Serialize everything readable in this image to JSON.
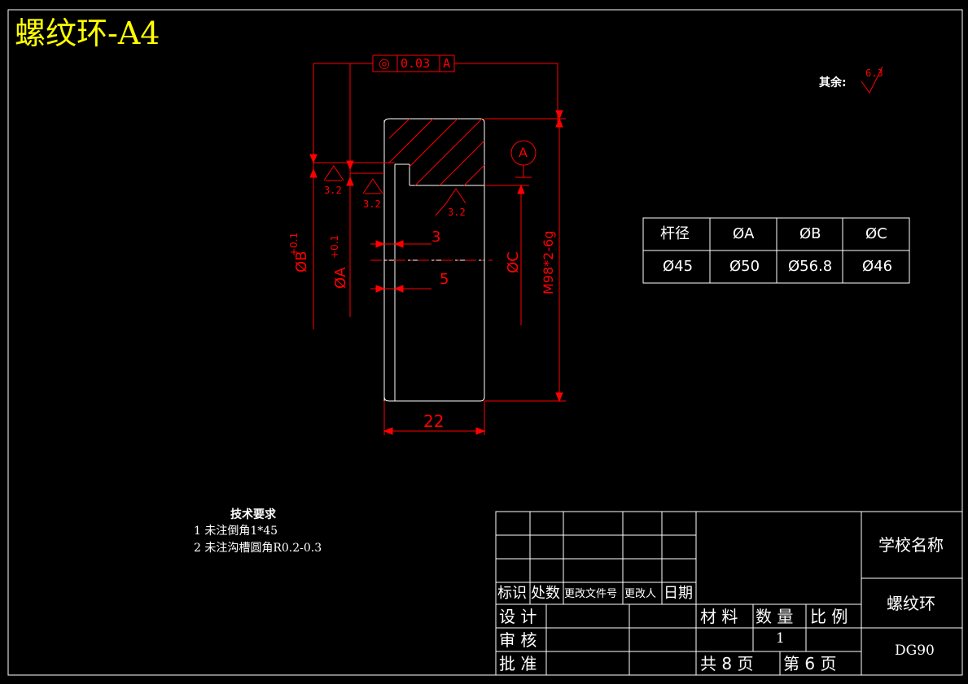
{
  "title": "螺纹环-A4",
  "surface_note": {
    "label": "其余:",
    "roughness": "6.3"
  },
  "gdt_frame": {
    "symbol": "◎",
    "tolerance": "0.03",
    "datum": "A"
  },
  "datum_marker": "A",
  "drawing": {
    "roughness_1": "3.2",
    "roughness_2": "3.2",
    "roughness_3": "3.2",
    "dim_3": "3",
    "dim_5": "5",
    "dim_22": "22",
    "dim_phiB": "ØB",
    "tol_phiB": "+0.1",
    "dim_phiA": "ØA",
    "tol_phiA": "+0.1",
    "dim_phiC": "ØC",
    "dim_thread": "M98*2-6g"
  },
  "param_table": {
    "headers": [
      "杆径",
      "ØA",
      "ØB",
      "ØC"
    ],
    "row": [
      "Ø45",
      "Ø50",
      "Ø56.8",
      "Ø46"
    ]
  },
  "tech_req": {
    "title": "技术要求",
    "items": [
      "1  未注倒角1*45",
      "2  未注沟槽圆角R0.2-0.3"
    ]
  },
  "title_block": {
    "rev_headers": [
      "标识",
      "处数",
      "更改文件号",
      "更改人",
      "日期"
    ],
    "design": "设 计",
    "review": "审 核",
    "approve": "批 准",
    "material": "材 料",
    "quantity": "数 量",
    "scale": "比 例",
    "quantity_value": "1",
    "sheets": "共  8  页",
    "sheet_no": "第  6  页",
    "school": "学校名称",
    "part_name": "螺纹环",
    "drawing_no": "DG90"
  }
}
